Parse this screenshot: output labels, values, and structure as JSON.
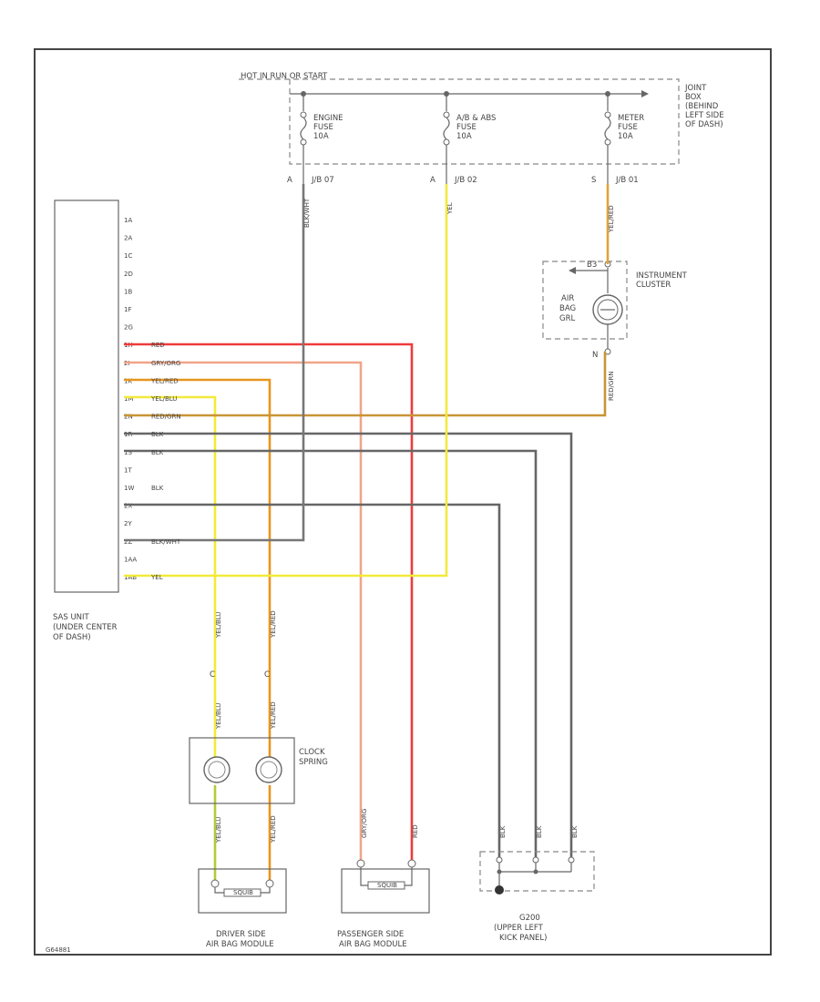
{
  "fuse_block": {
    "header": "HOT IN RUN OR START",
    "location": [
      "JOINT",
      "BOX",
      "(BEHIND",
      "LEFT SIDE",
      "OF DASH)"
    ],
    "fuses": [
      {
        "name": [
          "ENGINE",
          "FUSE",
          "10A"
        ],
        "pin": "A",
        "conn": "J/B 07",
        "color": "#666666"
      },
      {
        "name": [
          "A/B & ABS",
          "FUSE",
          "10A"
        ],
        "pin": "A",
        "conn": "J/B 02",
        "color": "#f2ea3a"
      },
      {
        "name": [
          "METER",
          "FUSE",
          "10A"
        ],
        "pin": "S",
        "conn": "J/B 01",
        "color": "#e3a23b"
      }
    ]
  },
  "instrument_cluster": {
    "label": [
      "INSTRUMENT",
      "CLUSTER"
    ],
    "pin_top": "B3",
    "pin_bottom": "N",
    "lamp": [
      "AIR",
      "BAG",
      "GRL"
    ]
  },
  "sas_unit": {
    "label": [
      "SAS UNIT",
      "(UNDER CENTER",
      "OF DASH)"
    ],
    "pins": [
      "1A",
      "2A",
      "1C",
      "2D",
      "1B",
      "1F",
      "2G",
      "1H",
      "2I",
      "1K",
      "1M",
      "2N",
      "1R",
      "1S",
      "1T",
      "1W",
      "2X",
      "2Y",
      "2Z",
      "1AA",
      "1AB"
    ],
    "wires": [
      {
        "pin": "1H",
        "color_code": "RED",
        "color": "#ef3b3b"
      },
      {
        "pin": "2I",
        "color_code": "GRY/ORG",
        "color": "#f0a58a"
      },
      {
        "pin": "1K",
        "color_code": "YEL/RED",
        "color": "#e8951f"
      },
      {
        "pin": "1M",
        "color_code": "YEL/BLU",
        "color": "#f2ea3a"
      },
      {
        "pin": "2N",
        "color_code": "RED/GRN",
        "color": "#c99436"
      },
      {
        "pin": "1R",
        "color_code": "BLK",
        "color": "#666666"
      },
      {
        "pin": "1S",
        "color_code": "BLK",
        "color": "#666666"
      },
      {
        "pin": "1W",
        "color_code": "BLK",
        "color": "#666666"
      },
      {
        "pin": "2Z",
        "color_code": "BLK/WHT",
        "color": "#777777"
      },
      {
        "pin": "1AB",
        "color_code": "YEL",
        "color": "#f2ea3a"
      }
    ]
  },
  "clock_spring": {
    "label": [
      "CLOCK",
      "SPRING"
    ]
  },
  "modules": [
    {
      "label": [
        "DRIVER SIDE",
        "AIR BAG MODULE"
      ],
      "inner": "SQUIB"
    },
    {
      "label": [
        "PASSENGER SIDE",
        "AIR BAG MODULE"
      ],
      "inner": "SQUIB"
    }
  ],
  "ground": {
    "label": [
      "G200",
      "(UPPER LEFT",
      "KICK PANEL)"
    ]
  },
  "wire_labels": {
    "yel_blu": "YEL/BLU",
    "yel_red": "YEL/RED",
    "gry_org": "GRY/ORG",
    "red": "RED",
    "blk": "BLK",
    "blk_wht": "BLK/WHT",
    "yel": "YEL",
    "red_grn": "RED/GRN",
    "conn_pin": "C"
  },
  "footer_code": "G64881"
}
